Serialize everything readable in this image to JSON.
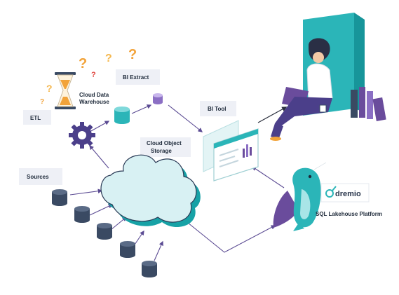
{
  "labels": {
    "etl": "ETL",
    "cloud_dw_line1": "Cloud Data",
    "cloud_dw_line2": "Warehouse",
    "bi_extract": "BI Extract",
    "bi_tool": "BI Tool",
    "cloud_storage_line1": "Cloud Object",
    "cloud_storage_line2": "Storage",
    "sources": "Sources",
    "platform": "SQL Lakehouse Platform"
  },
  "brand": {
    "logo_text": "dremio"
  },
  "question_marks": [
    "?",
    "?",
    "?",
    "?",
    "?",
    "?"
  ],
  "colors": {
    "arrow": "#5b4b93",
    "db_dark": "#3a4a63",
    "teal": "#2bb5b8",
    "cloud_fill": "#d8f1f3",
    "purple": "#6a4c9c",
    "question": "#f2a33a"
  }
}
